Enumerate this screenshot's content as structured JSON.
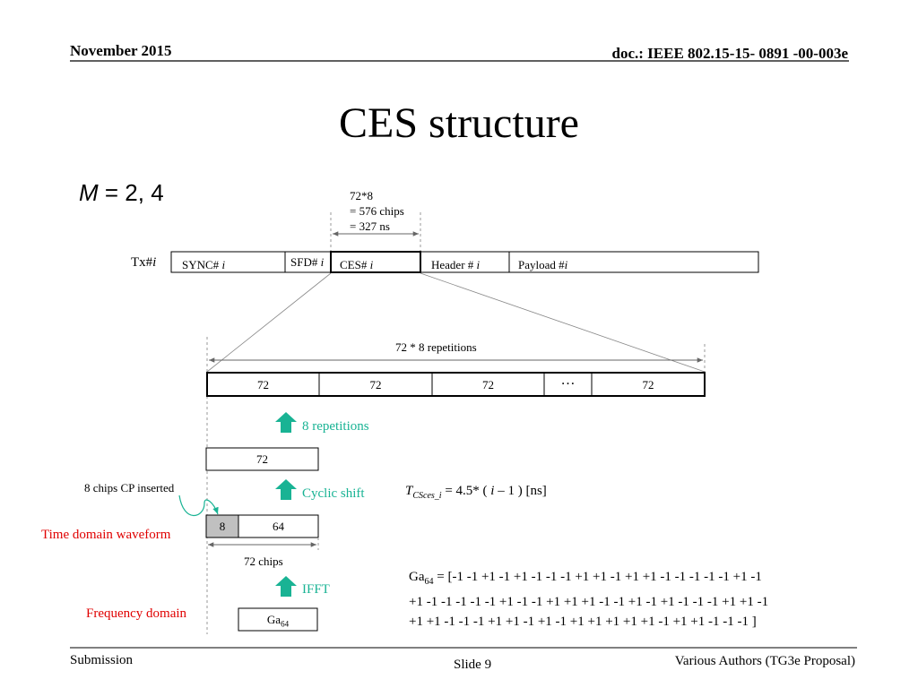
{
  "header": {
    "date": "November 2015",
    "doc": "doc.: IEEE 802.15-15- 0891 -00-003e"
  },
  "title": "CES structure",
  "m_label": {
    "var": "M",
    "rest": " = 2, 4"
  },
  "ces_length": {
    "line1": "72*8",
    "line2": "= 576 chips",
    "line3": "= 327 ns"
  },
  "tx": {
    "label_prefix": "Tx#",
    "label_var": "i",
    "fields": {
      "sync": {
        "text": "SYNC# ",
        "var": "i"
      },
      "sfd": {
        "text": "SFD# ",
        "var": "i"
      },
      "ces": {
        "text": "CES# ",
        "var": "i"
      },
      "header": {
        "text": "Header # ",
        "var": "i"
      },
      "payload": {
        "text": "Payload #",
        "var": "i"
      }
    }
  },
  "repetitions_label": "72 * 8 repetitions",
  "rep_blocks": [
    "72",
    "72",
    "72",
    "72"
  ],
  "ellipsis": "…",
  "step_8rep": "8 repetitions",
  "single_block": "72",
  "cp_note": "8 chips CP inserted",
  "step_cyclic": "Cyclic shift",
  "formula": {
    "T": "T",
    "sub": "CSces_i",
    "eq": " =  4.5* ( ",
    "i": "i",
    "tail": " – 1 ) [ns]"
  },
  "time_domain_label": "Time domain waveform",
  "cp_block": "8",
  "data_block": "64",
  "chips_label": "72 chips",
  "step_ifft": "IFFT",
  "freq_domain_label": "Frequency domain",
  "ga_block": {
    "base": "Ga",
    "sub": "64"
  },
  "ga_seq": {
    "base": "Ga",
    "sub": "64",
    "line1": " = [-1 -1 +1 -1 +1 -1 -1 -1 +1 +1 -1 +1 +1 -1 -1 -1 -1 -1 +1 -1",
    "line2": "+1 -1 -1 -1 -1 -1 +1 -1 -1 +1 +1 +1 -1 -1 +1 -1 +1 -1 -1 -1 +1 +1 -1",
    "line3": "+1 +1 -1 -1 -1 +1 +1 -1 +1 -1 +1 +1 +1 +1 +1 -1 +1 +1 -1 -1 -1 ]"
  },
  "footer": {
    "left": "Submission",
    "center": "Slide 9",
    "right": "Various Authors (TG3e Proposal)"
  },
  "colors": {
    "accent_green": "#19b394",
    "label_red": "#e00000",
    "cp_fill": "#c0c0c0"
  }
}
